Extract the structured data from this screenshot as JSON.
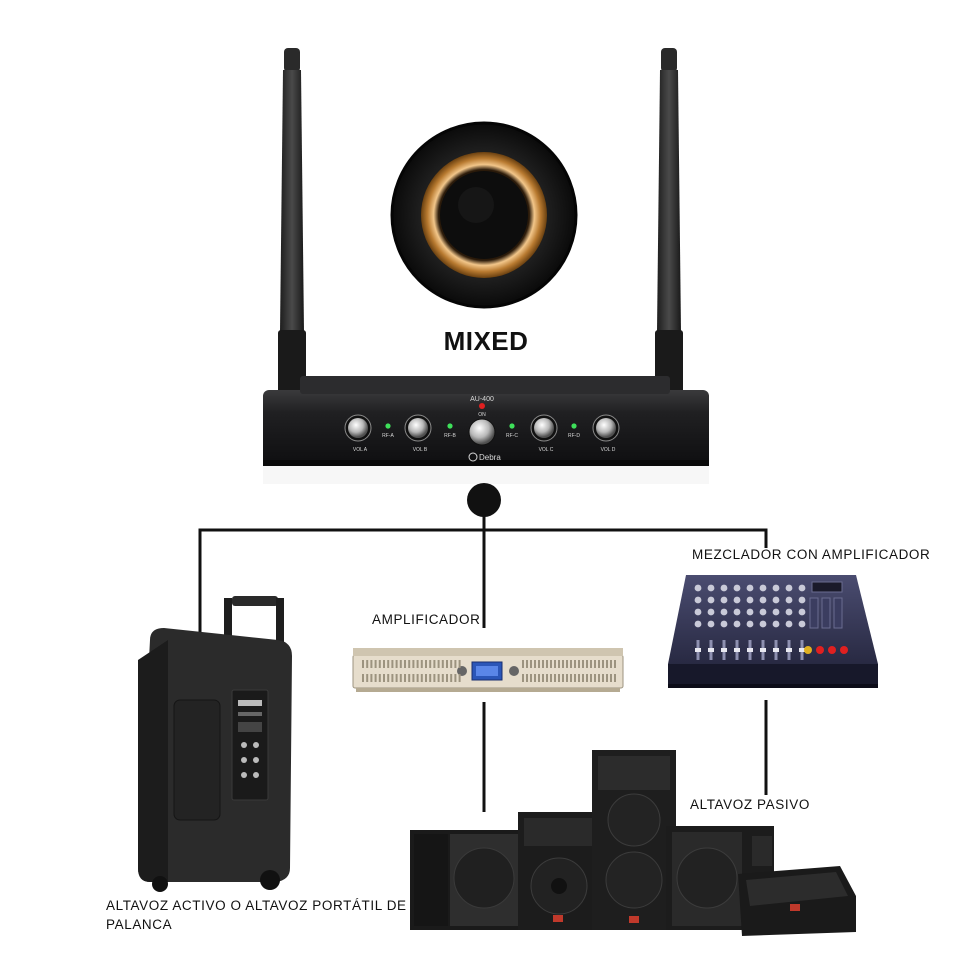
{
  "center_label": "MIXED",
  "receiver": {
    "model": "AU-400",
    "power_label": "ON",
    "brand": "Debra",
    "knob_labels": [
      "VOL A",
      "VOL B",
      "VOL C",
      "VOL D"
    ],
    "indicator_labels": [
      "RF-A",
      "RF-B",
      "RF-C",
      "RF-D"
    ]
  },
  "devices": {
    "mixer_amp": "MEZCLADOR CON AMPLIFICADOR",
    "amplifier": "AMPLIFICADOR",
    "passive_speaker": "ALTAVOZ PASIVO",
    "active_speaker": "ALTAVOZ ACTIVO O ALTAVOZ PORTÁTIL DE PALANCA"
  },
  "colors": {
    "line": "#111111",
    "receiver_body": "#1c1c1e",
    "brass": "#c8914a",
    "mixer_body": "#2b2d48",
    "amp_body": "#d9d2c4",
    "led_green": "#3ee05a",
    "led_red": "#e02020"
  }
}
